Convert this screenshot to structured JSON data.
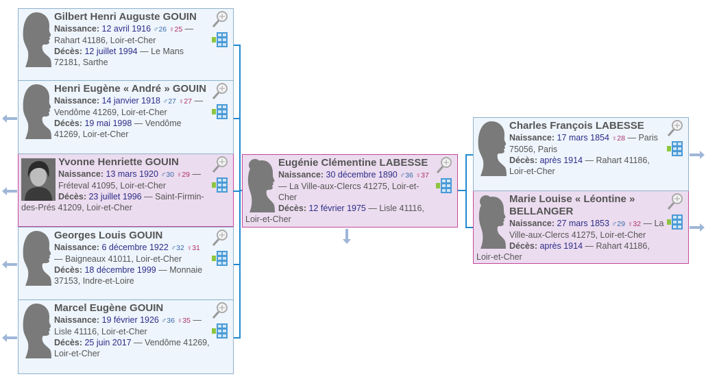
{
  "labels": {
    "birth": "Naissance:",
    "death": "Décès:",
    "dash": "—"
  },
  "colors": {
    "male_bg": "#eef5fc",
    "female_bg": "#ecdcef",
    "female_border": "#c4469a",
    "male_border": "#8fb1cc",
    "connector": "#1e88d0"
  },
  "siblings": [
    {
      "name": "Gilbert Henri Auguste GOUIN",
      "sex": "m",
      "birth_date": "12 avril 1916",
      "father_age": "26",
      "mother_age": "25",
      "birth_place": "Rahart 41186, Loir-et-Cher",
      "death_date": "12 juillet 1994",
      "death_place": "Le Mans 72181, Sarthe",
      "has_children": false
    },
    {
      "name": "Henri Eugène « André » GOUIN",
      "sex": "m",
      "birth_date": "14 janvier 1918",
      "father_age": "27",
      "mother_age": "27",
      "birth_place": "Vendôme 41269, Loir-et-Cher",
      "death_date": "19 mai 1998",
      "death_place": "Vendôme 41269, Loir-et-Cher",
      "has_children": true
    },
    {
      "name": "Yvonne Henriette GOUIN",
      "sex": "f",
      "photo": true,
      "birth_date": "13 mars 1920",
      "father_age": "30",
      "mother_age": "29",
      "birth_place": "Fréteval 41095, Loir-et-Cher",
      "death_date": "23 juillet 1996",
      "death_place": "Saint-Firmin-des-Prés 41209, Loir-et-Cher",
      "has_children": true
    },
    {
      "name": "Georges Louis GOUIN",
      "sex": "m",
      "birth_date": "6 décembre 1922",
      "father_age": "32",
      "mother_age": "31",
      "birth_place": "Baigneaux 41011, Loir-et-Cher",
      "death_date": "18 décembre 1999",
      "death_place": "Monnaie 37153, Indre-et-Loire",
      "has_children": true
    },
    {
      "name": "Marcel Eugène GOUIN",
      "sex": "m",
      "birth_date": "19 février 1926",
      "father_age": "36",
      "mother_age": "35",
      "birth_place": "Lisle 41116, Loir-et-Cher",
      "death_date": "25 juin 2017",
      "death_place": "Vendôme 41269, Loir-et-Cher",
      "has_children": true
    }
  ],
  "mother": {
    "name": "Eugénie Clémentine LABESSE",
    "sex": "f",
    "birth_date": "30 décembre 1890",
    "father_age": "36",
    "mother_age": "37",
    "birth_place": "La Ville-aux-Clercs 41275, Loir-et-Cher",
    "death_date": "12 février 1975",
    "death_place": "Lisle 41116, Loir-et-Cher"
  },
  "grandparents": [
    {
      "name": "Charles François LABESSE",
      "sex": "m",
      "birth_date": "17 mars 1854",
      "mother_age": "28",
      "birth_place": "Paris 75056, Paris",
      "death_date": "après 1914",
      "death_place": "Rahart 41186, Loir-et-Cher"
    },
    {
      "name": "Marie Louise « Léontine » BELLANGER",
      "sex": "f",
      "birth_date": "27 mars 1853",
      "father_age": "29",
      "mother_age": "32",
      "birth_place": "La Ville-aux-Clercs 41275, Loir-et-Cher",
      "death_date": "après 1914",
      "death_place": "Rahart 41186, Loir-et-Cher"
    }
  ]
}
